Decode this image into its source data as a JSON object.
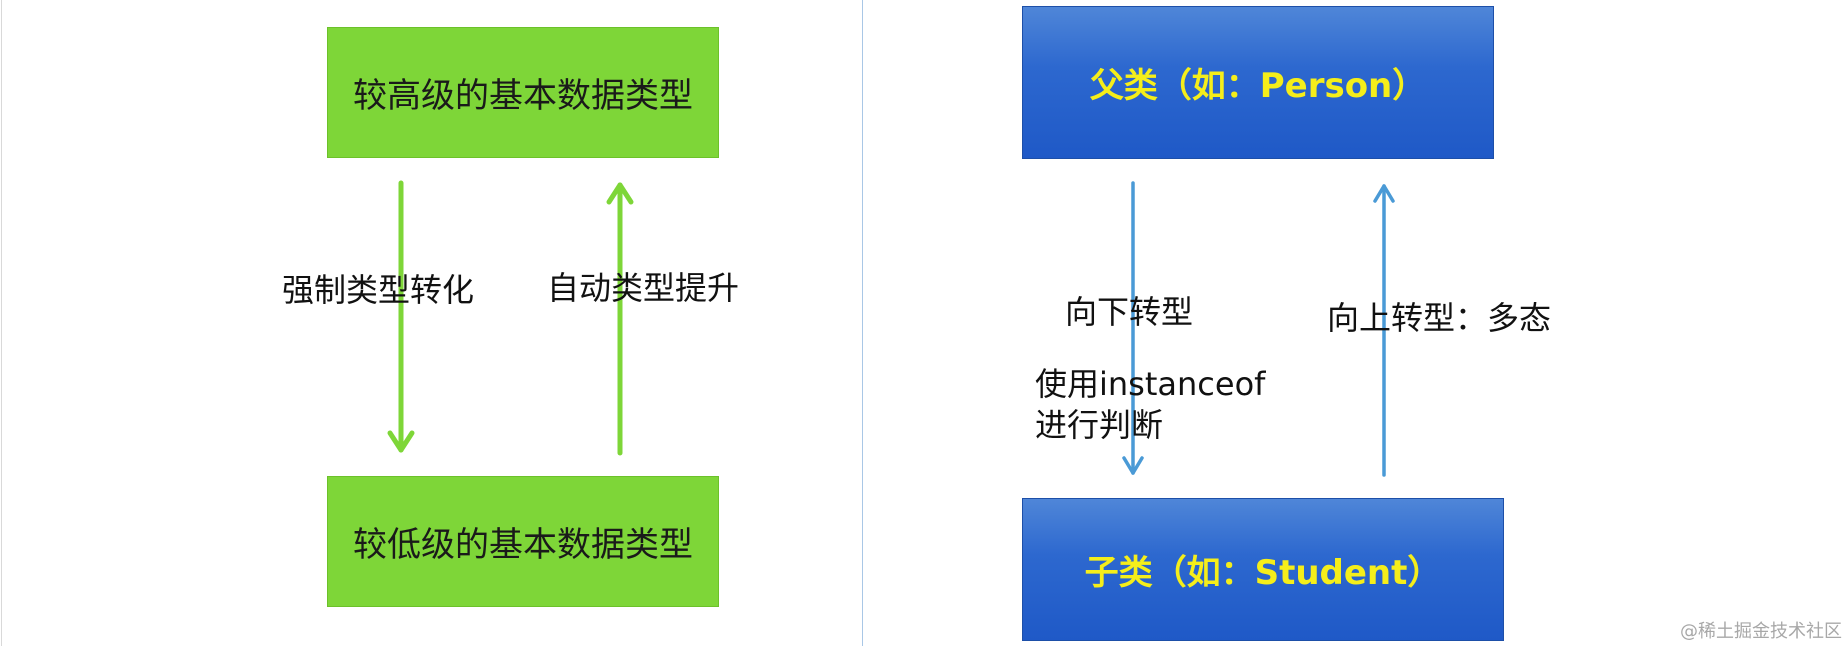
{
  "left_diagram": {
    "top_box": "较高级的基本数据类型",
    "bottom_box": "较低级的基本数据类型",
    "down_label": "强制类型转化",
    "up_label": "自动类型提升",
    "arrow_color": "#7ed638"
  },
  "right_diagram": {
    "parent_box": "父类（如：Person）",
    "child_box": "子类（如：Student）",
    "down_label": "向下转型",
    "down_note_line1": "使用instanceof",
    "down_note_line2": "进行判断",
    "up_label": "向上转型：多态",
    "arrow_color": "#4a9ad6"
  },
  "watermark": "@稀土掘金技术社区"
}
